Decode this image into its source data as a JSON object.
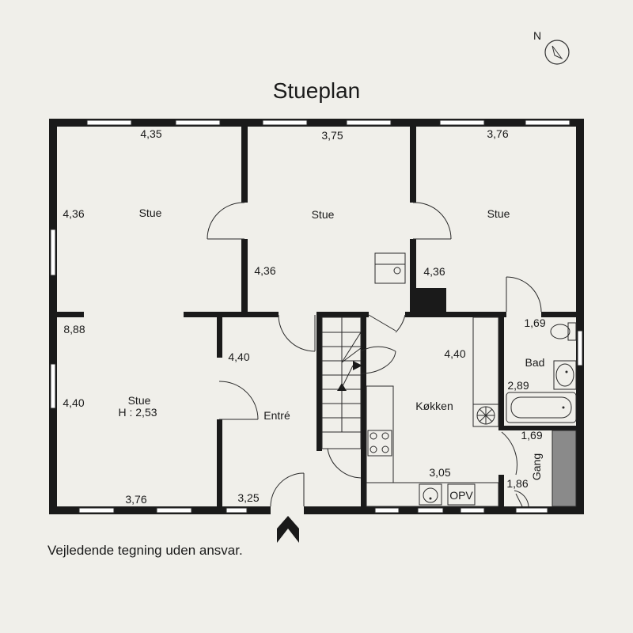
{
  "title": "Stueplan",
  "compass_label": "N",
  "disclaimer": "Vejledende tegning uden ansvar.",
  "rooms": {
    "stue_1": "Stue",
    "stue_2": "Stue",
    "stue_3": "Stue",
    "stue_4_line1": "Stue",
    "stue_4_line2": "H : 2,53",
    "entre": "Entré",
    "kokken": "Køkken",
    "bad": "Bad",
    "gang": "Gang",
    "opv": "OPV"
  },
  "dimensions": {
    "d_435": "4,35",
    "d_375": "3,75",
    "d_376_top": "3,76",
    "d_436_left": "4,36",
    "d_436_mid": "4,36",
    "d_436_right": "4,36",
    "d_888": "8,88",
    "d_440_left": "4,40",
    "d_440_entre": "4,40",
    "d_440_kokken": "4,40",
    "d_376_bottom": "3,76",
    "d_325": "3,25",
    "d_305": "3,05",
    "d_169_bad": "1,69",
    "d_289": "2,89",
    "d_169_gang": "1,69",
    "d_186": "1,86"
  }
}
